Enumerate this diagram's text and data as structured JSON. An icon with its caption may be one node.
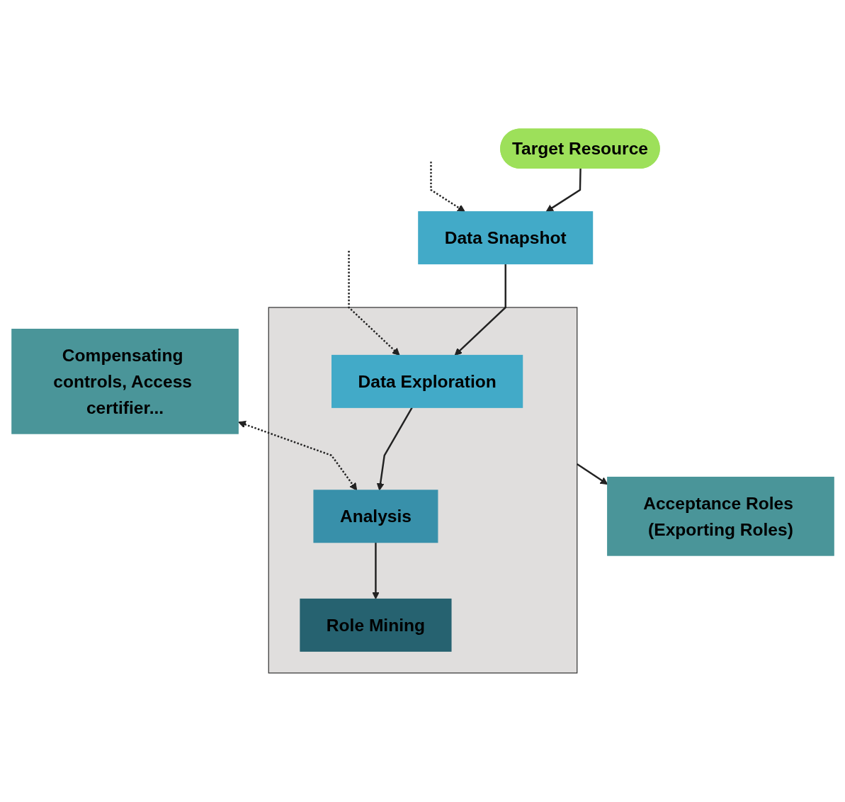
{
  "diagram": {
    "nodes": [
      {
        "text": [
          "Target Resource"
        ]
      },
      {
        "text": [
          "Data Snapshot"
        ]
      },
      {
        "text": [],
        "shape": "box"
      },
      {
        "text": [
          "Data Exploration"
        ],
        "in": 2
      },
      {
        "text": [
          "Analysis"
        ],
        "in": 2
      },
      {
        "text": [
          "Role Mining"
        ],
        "in": 2
      },
      {
        "text": [
          "Compensating controls, Access certifier..."
        ]
      },
      {
        "text": [
          "Acceptance Roles (Exporting Roles)"
        ]
      }
    ],
    "edges": [
      {
        "from": 0,
        "to": 1,
        "arrow": "to"
      },
      {
        "from": 1,
        "to": 3,
        "arrow": "to"
      },
      {
        "from": 3,
        "to": 4,
        "arrow": "to"
      },
      {
        "from": 4,
        "to": 5,
        "arrow": "to"
      },
      {
        "from": 2,
        "to": 7,
        "arrow": "to"
      },
      {
        "from": null,
        "to": 1,
        "arrow": "to",
        "style": "dashed"
      },
      {
        "from": null,
        "to": 3,
        "arrow": "to",
        "style": "dashed"
      },
      {
        "from": 6,
        "to": 4,
        "arrow": "both",
        "style": "dashed"
      }
    ]
  }
}
